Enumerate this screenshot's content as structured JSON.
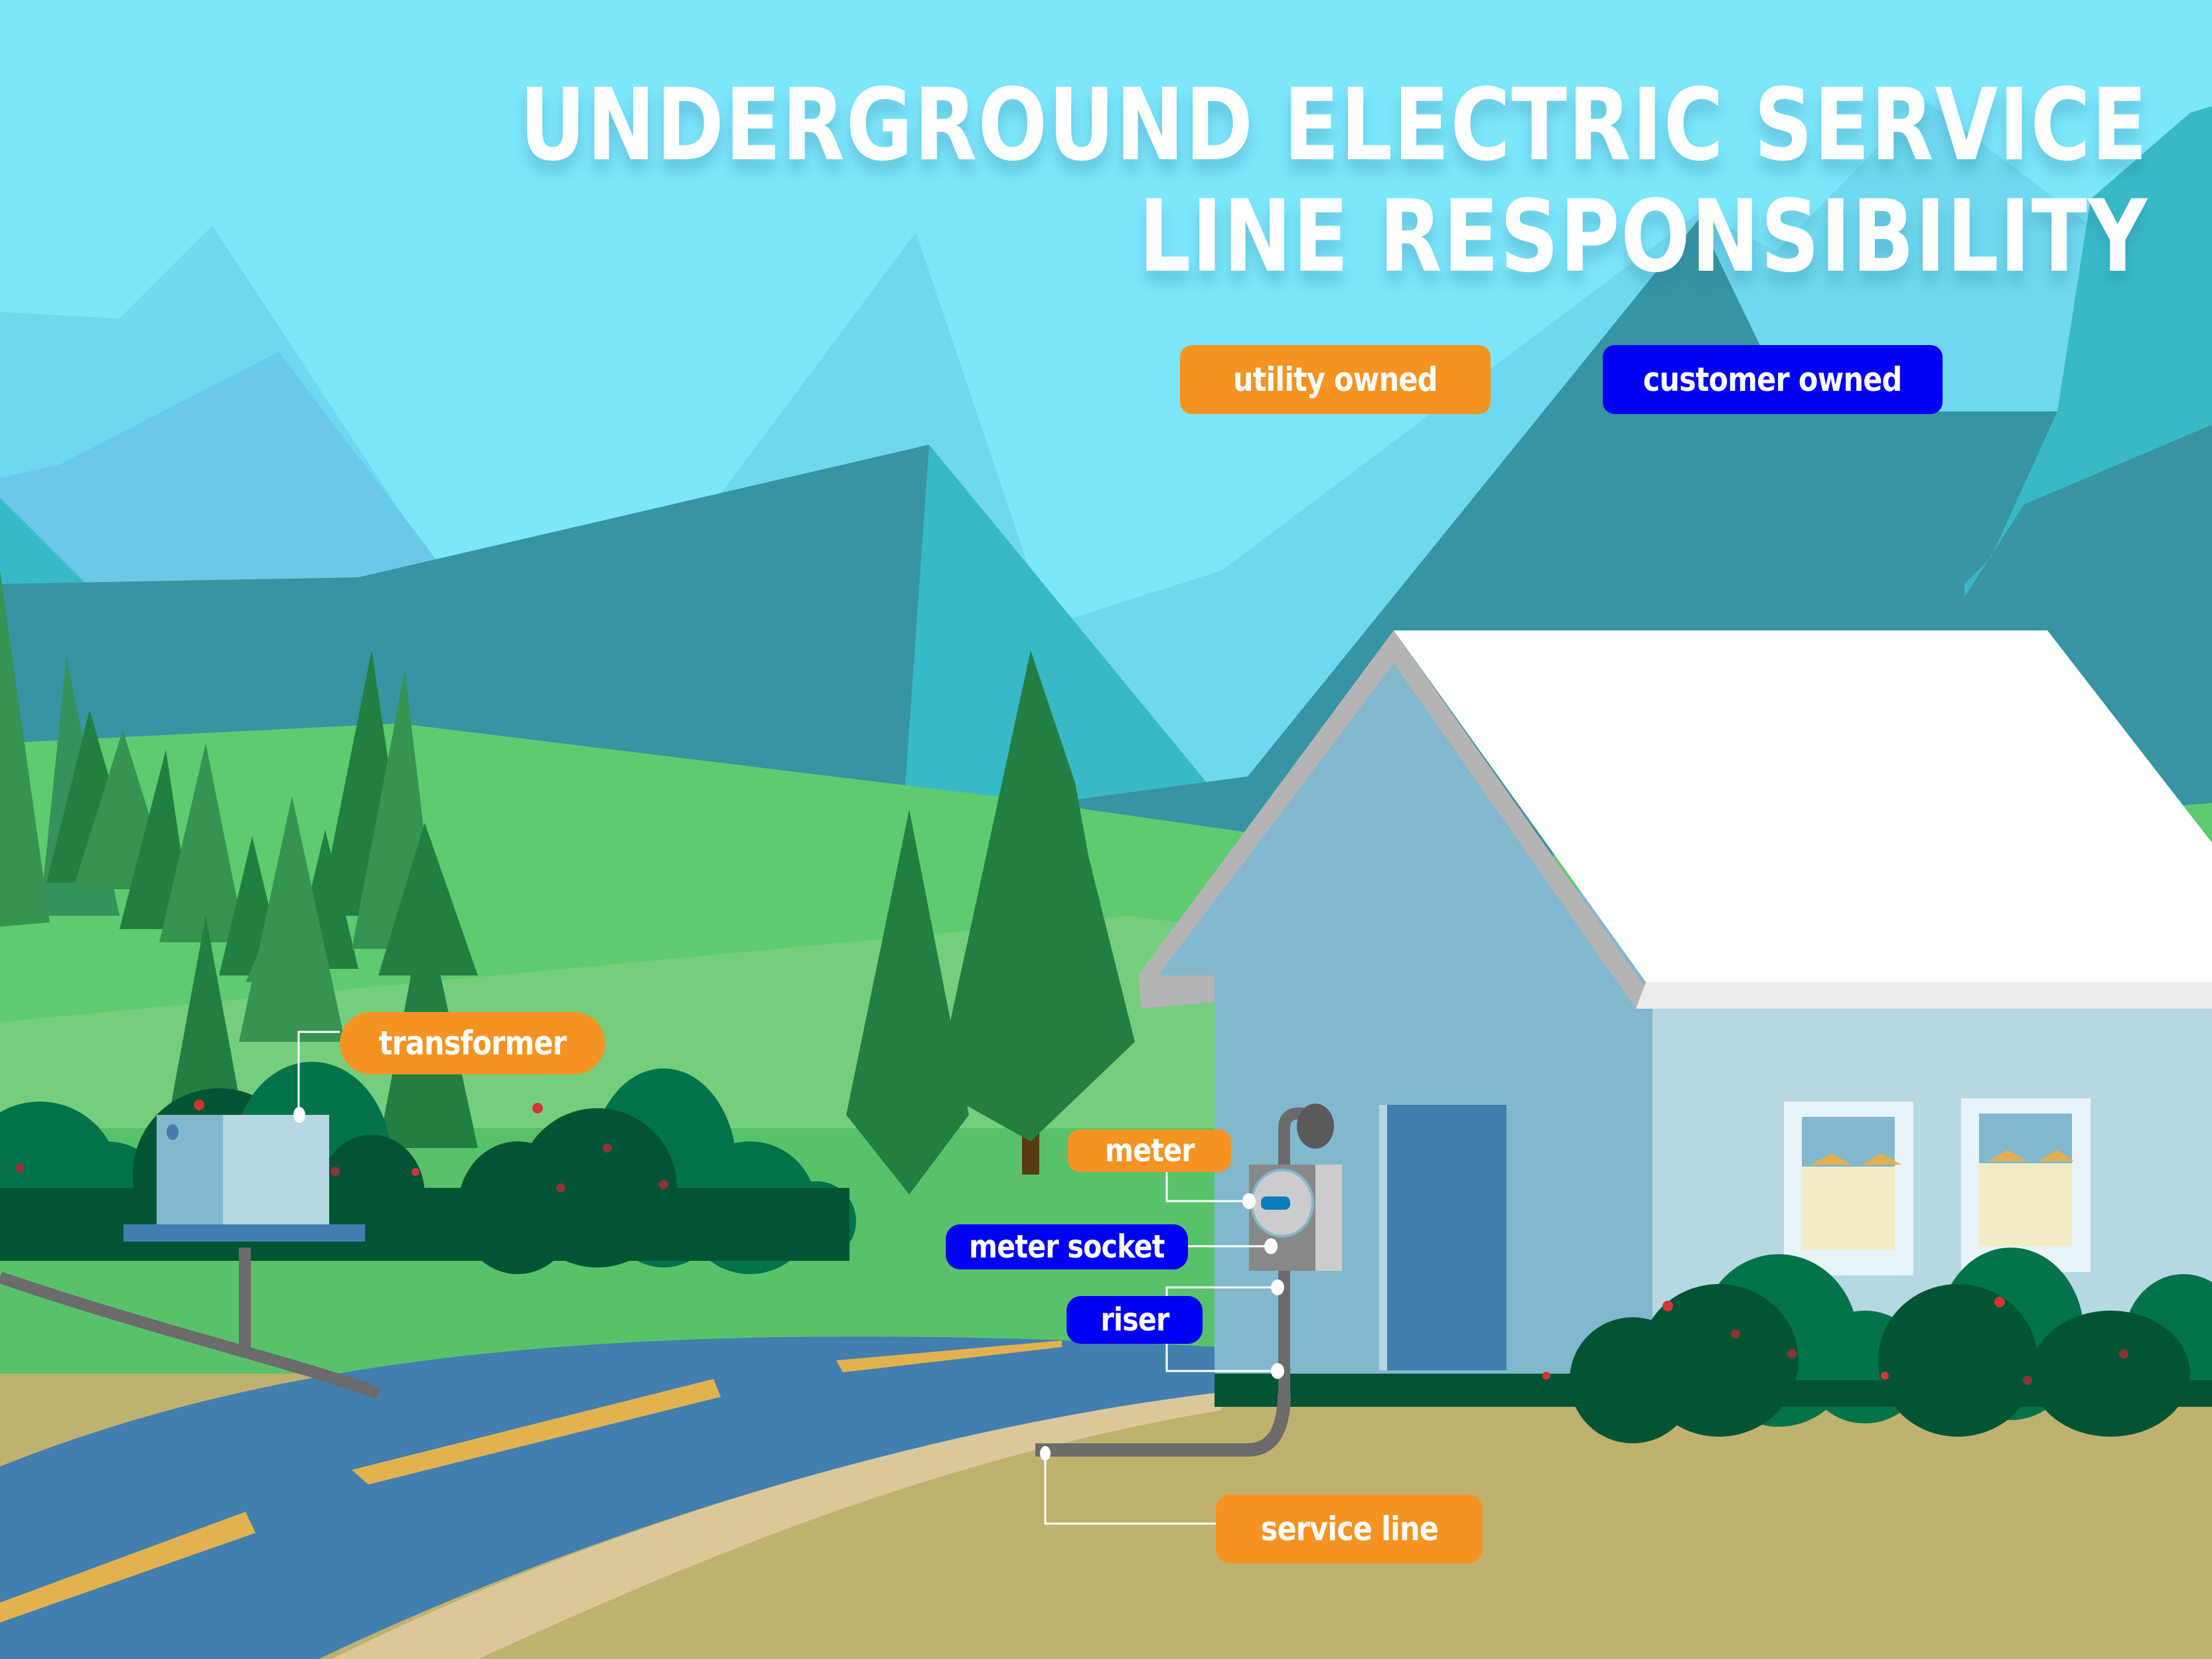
{
  "title": {
    "line1": "UNDERGROUND ELECTRIC SERVICE",
    "line2": "LINE RESPONSIBILITY"
  },
  "legend": [
    {
      "label": "utility owned",
      "color": "#f59322"
    },
    {
      "label": "customer owned",
      "color": "#0000f5"
    }
  ],
  "callouts": {
    "transformer": {
      "label": "transformer",
      "owner": "utility owned"
    },
    "meter": {
      "label": "meter",
      "owner": "utility owned"
    },
    "meter_socket": {
      "label": "meter socket",
      "owner": "customer owned"
    },
    "riser": {
      "label": "riser",
      "owner": "customer owned"
    },
    "service_line": {
      "label": "service line",
      "owner": "utility owned"
    }
  },
  "colors": {
    "utility": "#f59322",
    "customer": "#0000f5",
    "sky": "#7ce6fb",
    "grass": "#5cc96c",
    "road": "#427fae",
    "road_marking": "#e2b24f",
    "soil": "#bfb26f",
    "cable": "#6b6b6b"
  }
}
